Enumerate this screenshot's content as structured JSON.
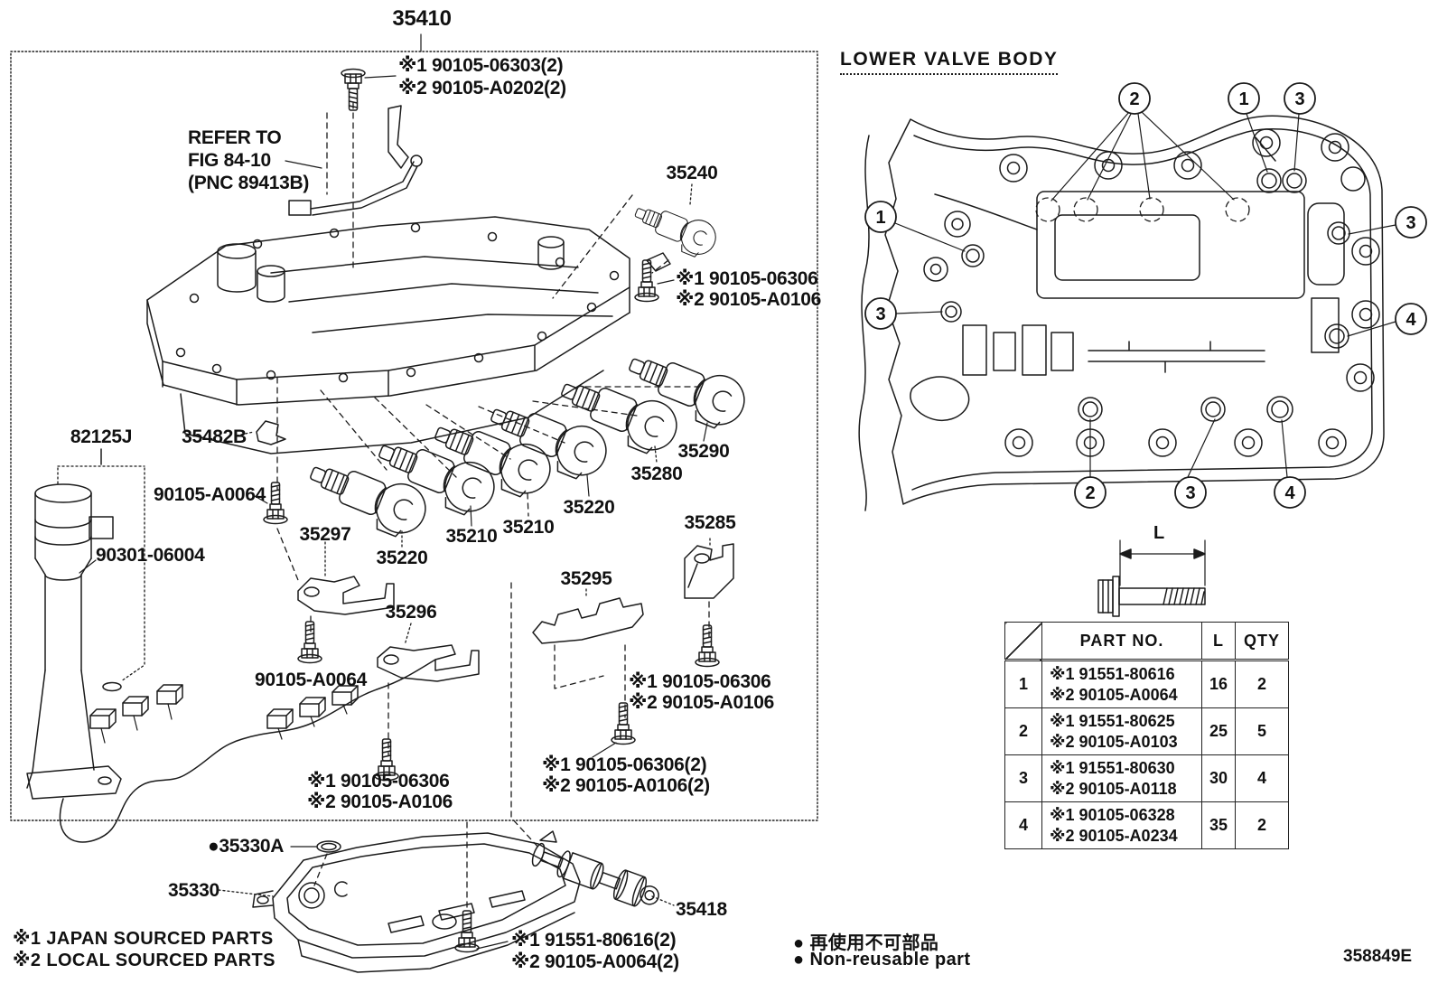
{
  "doc": {
    "figure_label": "35410",
    "section_title": "LOWER VALVE BODY",
    "figure_code": "358849E",
    "dimension_label": "L"
  },
  "labels": {
    "p35410": "35410",
    "bolt_top_l1": "※1 90105-06303(2)",
    "bolt_top_l2": "※2 90105-A0202(2)",
    "refer_l1": "REFER TO",
    "refer_l2": "FIG 84-10",
    "refer_l3": "(PNC 89413B)",
    "p35240": "35240",
    "bolt_35240_l1": "※1 90105-06306",
    "bolt_35240_l2": "※2 90105-A0106",
    "p82125j": "82125J",
    "p35482b": "35482B",
    "p90105_a0064_upper": "90105-A0064",
    "p90301_06004": "90301-06004",
    "p35297": "35297",
    "p35220_left": "35220",
    "p35210_left": "35210",
    "p35210_mid": "35210",
    "p35220_right": "35220",
    "p35280": "35280",
    "p35290": "35290",
    "p35295": "35295",
    "p35285": "35285",
    "p35296": "35296",
    "p90105_a0064_lower": "90105-A0064",
    "bolt_35285_l1": "※1 90105-06306",
    "bolt_35285_l2": "※2 90105-A0106",
    "bolt_35295_l1": "※1 90105-06306(2)",
    "bolt_35295_l2": "※2 90105-A0106(2)",
    "bolt_35296_l1": "※1 90105-06306",
    "bolt_35296_l2": "※2 90105-A0106",
    "bullet": "●",
    "p35330a": "35330A",
    "p35330": "35330",
    "p35418": "35418",
    "bolt_strainer_l1": "※1 91551-80616(2)",
    "bolt_strainer_l2": "※2 90105-A0064(2)"
  },
  "callouts": {
    "c1": "1",
    "c2": "2",
    "c3": "3",
    "c4": "4"
  },
  "table": {
    "headers": {
      "part_no": "PART NO.",
      "l": "L",
      "qty": "QTY"
    },
    "rows": [
      {
        "no": "1",
        "japan": "※1 91551-80616",
        "local": "※2 90105-A0064",
        "l": "16",
        "qty": "2"
      },
      {
        "no": "2",
        "japan": "※1 91551-80625",
        "local": "※2 90105-A0103",
        "l": "25",
        "qty": "5"
      },
      {
        "no": "3",
        "japan": "※1 91551-80630",
        "local": "※2 90105-A0118",
        "l": "30",
        "qty": "4"
      },
      {
        "no": "4",
        "japan": "※1 90105-06328",
        "local": "※2 90105-A0234",
        "l": "35",
        "qty": "2"
      }
    ]
  },
  "notes": {
    "source_l1": "※1 JAPAN SOURCED PARTS",
    "source_l2": "※2 LOCAL SOURCED PARTS",
    "nonreusable_jp": "再使用不可部品",
    "nonreusable_en": "Non-reusable part"
  }
}
